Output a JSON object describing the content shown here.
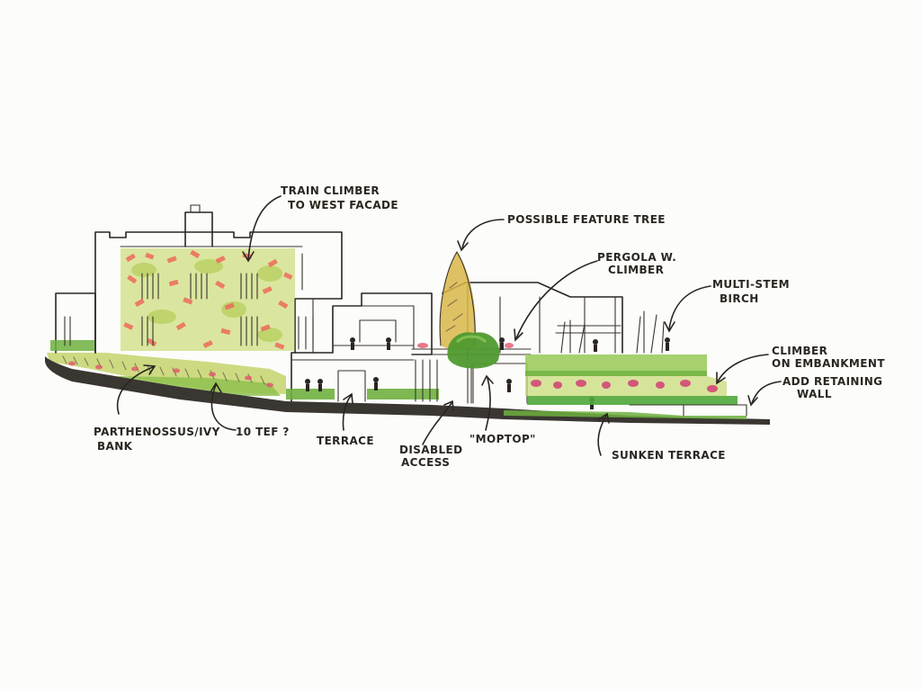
{
  "annotations": {
    "train_climber_1": "TRAIN CLIMBER",
    "train_climber_2": "TO WEST FACADE",
    "feature_tree": "POSSIBLE FEATURE TREE",
    "pergola_1": "PERGOLA W.",
    "pergola_2": "CLIMBER",
    "birch_1": "MULTI-STEM",
    "birch_2": "BIRCH",
    "embankment_1": "CLIMBER",
    "embankment_2": "ON EMBANKMENT",
    "retaining_1": "ADD RETAINING",
    "retaining_2": "WALL",
    "ivy_1": "PARTHENOSSUS/IVY",
    "ivy_2": "BANK",
    "tef": "10 TEF ?",
    "terrace": "TERRACE",
    "access_1": "DISABLED",
    "access_2": "ACCESS",
    "moptop": "\"MOPTOP\"",
    "sunken": "SUNKEN TERRACE"
  },
  "colors": {
    "ink": "#2a2520",
    "ground": "#3a3632",
    "leaf_light": "#c9dc7a",
    "leaf_mid": "#a8c95a",
    "leaf_dark": "#4f9a2e",
    "blossom": "#e2566b",
    "coral": "#ef7a6a",
    "ochre": "#d8b648",
    "hedge": "#6fb03f"
  }
}
